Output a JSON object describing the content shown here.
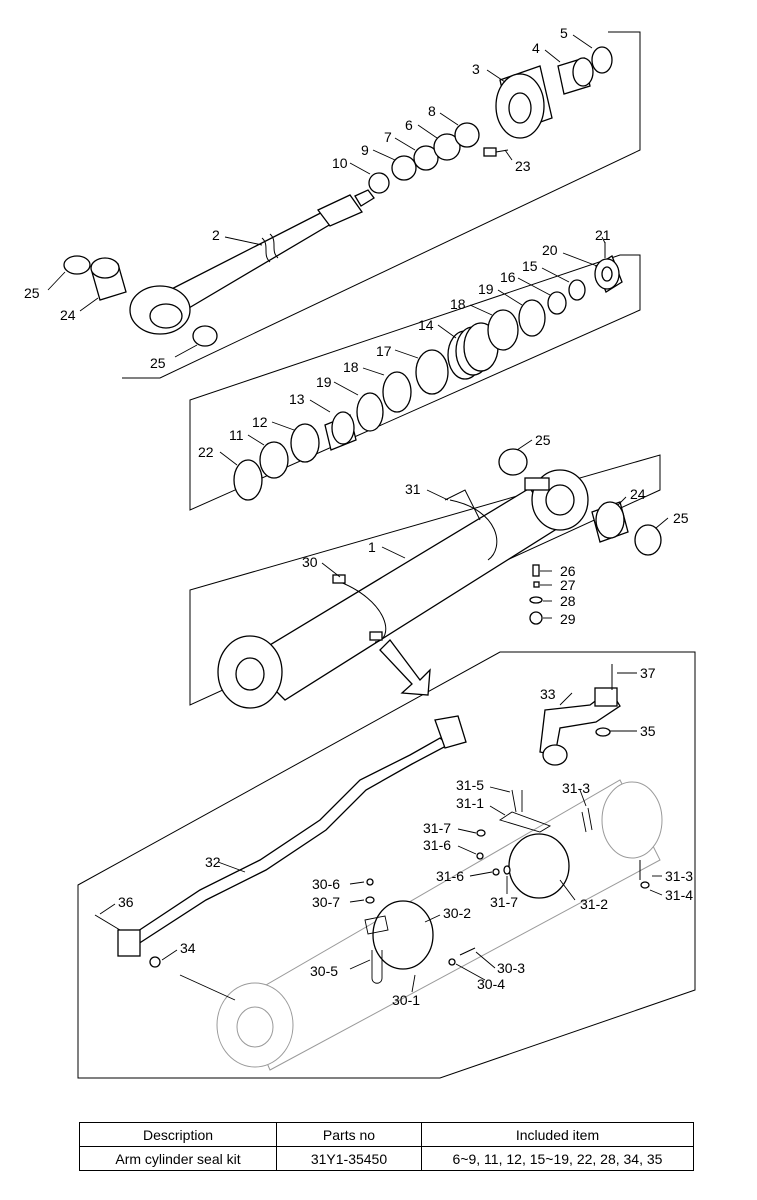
{
  "callouts": {
    "c1": "1",
    "c2": "2",
    "c3": "3",
    "c4": "4",
    "c5": "5",
    "c6": "6",
    "c7": "7",
    "c8": "8",
    "c9": "9",
    "c10": "10",
    "c11": "11",
    "c12": "12",
    "c13": "13",
    "c14": "14",
    "c15": "15",
    "c16": "16",
    "c17": "17",
    "c18a": "18",
    "c18b": "18",
    "c19a": "19",
    "c19b": "19",
    "c20": "20",
    "c21": "21",
    "c22": "22",
    "c23": "23",
    "c24a": "24",
    "c24b": "24",
    "c25a": "25",
    "c25b": "25",
    "c25c": "25",
    "c25d": "25",
    "c26": "26",
    "c27": "27",
    "c28": "28",
    "c29": "29",
    "c30": "30",
    "c31": "31",
    "c32": "32",
    "c33": "33",
    "c34": "34",
    "c35": "35",
    "c36": "36",
    "c37": "37",
    "c30_1": "30-1",
    "c30_2": "30-2",
    "c30_3": "30-3",
    "c30_4": "30-4",
    "c30_5": "30-5",
    "c30_6": "30-6",
    "c30_7": "30-7",
    "c31_1": "31-1",
    "c31_2": "31-2",
    "c31_3a": "31-3",
    "c31_3b": "31-3",
    "c31_4": "31-4",
    "c31_5": "31-5",
    "c31_6a": "31-6",
    "c31_6b": "31-6",
    "c31_7a": "31-7",
    "c31_7b": "31-7"
  },
  "table": {
    "headers": [
      "Description",
      "Parts no",
      "Included item"
    ],
    "rows": [
      [
        "Arm cylinder seal kit",
        "31Y1-35450",
        "6~9, 11, 12, 15~19, 22, 28, 34, 35"
      ]
    ]
  }
}
